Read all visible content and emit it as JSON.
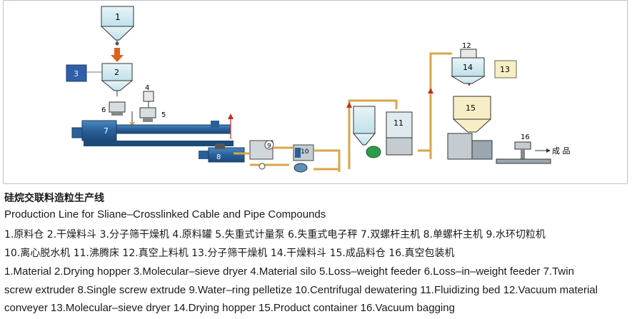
{
  "diagram": {
    "numbers": [
      "1",
      "2",
      "3",
      "4",
      "5",
      "6",
      "7",
      "8",
      "9",
      "10",
      "11",
      "12",
      "13",
      "14",
      "15",
      "16"
    ],
    "product_label": "成 品"
  },
  "caption": {
    "title_cn": "硅烷交联料造粒生产线",
    "title_en": "Production Line for Sliane–Crosslinked Cable and Pipe Compounds",
    "legend_cn_line1": "1.原料仓 2.干燥料斗 3.分子筛干燥机 4.原料罐 5.失重式计量泵 6.失重式电子秤 7.双螺杆主机 8.单螺杆主机 9.水环切粒机",
    "legend_cn_line2": "10.离心脱水机 11.沸腾床 12.真空上料机 13.分子筛干燥机 14.干燥料斗 15.成品料仓 16.真空包装机",
    "legend_en_line1": "1.Material 2.Drying hopper 3.Molecular–sieve dryer 4.Material silo 5.Loss–weight feeder 6.Loss–in–weight feeder 7.Twin",
    "legend_en_line2": "screw extruder 8.Single screw extrude 9.Water–ring pelletize 10.Centrifugal dewatering 11.Fluidizing bed 12.Vacuum material",
    "legend_en_line3": "conveyer 13.Molecular–sieve dryer 14.Drying hopper 15.Product container 16.Vacuum bagging"
  },
  "colors": {
    "hopper": "#d4ecf2",
    "extruder": "#2d6fa8",
    "tag": "#3a6fb0",
    "product_bin": "#f7eec6",
    "pipe": "#d9a64a",
    "machine": "#c4ccd2"
  }
}
